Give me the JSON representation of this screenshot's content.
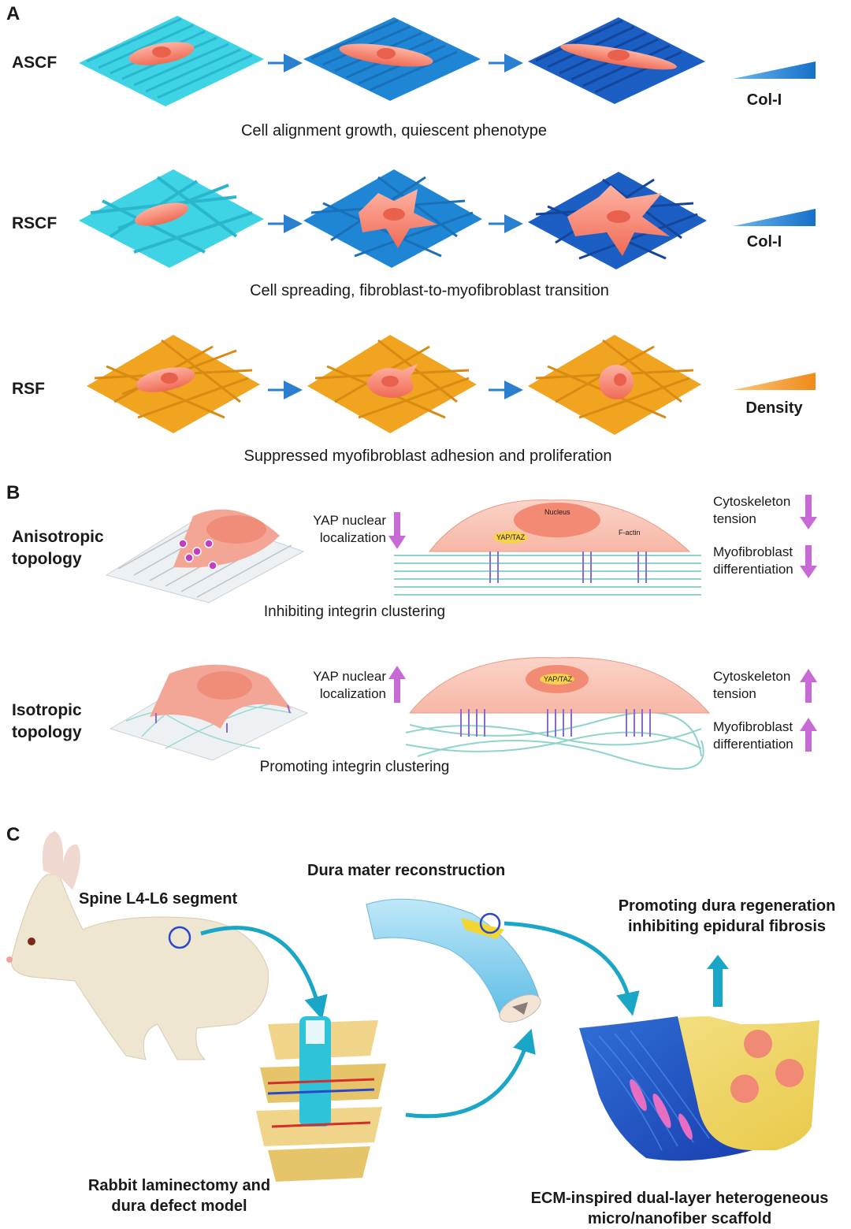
{
  "panel_a": {
    "letter": "A",
    "rows": [
      {
        "label": "ASCF",
        "caption": "Cell alignment growth, quiescent phenotype",
        "gradient_label": "Col-I"
      },
      {
        "label": "RSCF",
        "caption": "Cell spreading, fibroblast-to-myofibroblast transition",
        "gradient_label": "Col-I"
      },
      {
        "label": "RSF",
        "caption": "Suppressed myofibroblast adhesion and proliferation",
        "gradient_label": "Density"
      }
    ]
  },
  "panel_b": {
    "letter": "B",
    "rows": [
      {
        "topology": [
          "Anisotropic",
          "topology"
        ],
        "yap": [
          "YAP nuclear",
          "localization"
        ],
        "cytoskeleton": [
          "Cytoskeleton",
          "tension"
        ],
        "myofibroblast": [
          "Myofibroblast",
          "differentiation"
        ],
        "nucleus": "Nucleus",
        "yaptaz": "YAP/TAZ",
        "factin": "F-actin",
        "caption": "Inhibiting  integrin clustering"
      },
      {
        "topology": [
          "Isotropic",
          "topology"
        ],
        "yap": [
          "YAP nuclear",
          "localization"
        ],
        "cytoskeleton": [
          "Cytoskeleton",
          "tension"
        ],
        "myofibroblast": [
          "Myofibroblast",
          "differentiation"
        ],
        "yaptaz": "YAP/TAZ",
        "caption": "Promoting integrin clustering"
      }
    ]
  },
  "panel_c": {
    "letter": "C",
    "spine_label": "Spine L4-L6 segment",
    "dura_label": "Dura mater reconstruction",
    "outcome": [
      "Promoting dura regeneration",
      "inhibiting epidural fibrosis"
    ],
    "model": [
      "Rabbit laminectomy and",
      "dura defect model"
    ],
    "scaffold": [
      "ECM-inspired dual-layer heterogeneous",
      "micro/nanofiber scaffold"
    ]
  },
  "colors": {
    "cyan_fiber": "#3fd3e6",
    "blue_fiber": "#1f86d6",
    "dark_blue_fiber": "#1b5fc4",
    "orange_fiber": "#f0a420",
    "cell": "#f07a62",
    "arrow_blue": "#2a7fd0",
    "magenta_arrow": "#c76ad6",
    "teal_arrow": "#1aa6c6"
  }
}
